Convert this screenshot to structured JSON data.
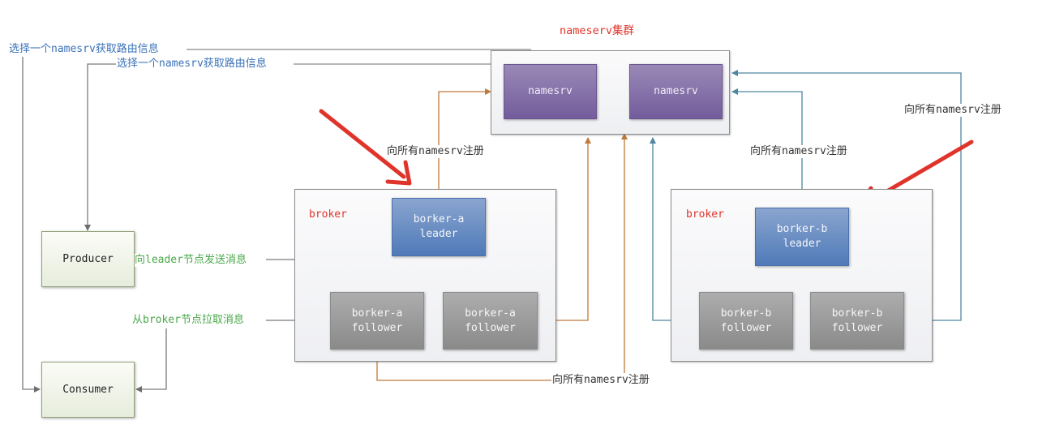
{
  "colors": {
    "gray_wire": "#7a7a7a",
    "orange_wire": "#c0793a",
    "teal_wire": "#4d86a0",
    "highlight_arrow": "#e0342a"
  },
  "nameserv_cluster": {
    "title": "nameserv集群",
    "nodes": [
      {
        "label": "namesrv"
      },
      {
        "label": "namesrv"
      }
    ]
  },
  "broker_a": {
    "title": "broker",
    "leader": {
      "label": "borker-a\nleader"
    },
    "followers": [
      {
        "label": "borker-a\nfollower"
      },
      {
        "label": "borker-a\nfollower"
      }
    ]
  },
  "broker_b": {
    "title": "broker",
    "leader": {
      "label": "borker-b\nleader"
    },
    "followers": [
      {
        "label": "borker-b\nfollower"
      },
      {
        "label": "borker-b\nfollower"
      }
    ]
  },
  "clients": {
    "producer": {
      "label": "Producer"
    },
    "consumer": {
      "label": "Consumer"
    }
  },
  "edge_labels": {
    "consumer_route": "选择一个namesrv获取路由信息",
    "producer_route": "选择一个namesrv获取路由信息",
    "send_to_leader": "向leader节点发送消息",
    "pull_from_broker": "从broker节点拉取消息",
    "a_leader_register": "向所有namesrv注册",
    "a_follower_register": "向所有namesrv注册",
    "b_leader_register": "向所有namesrv注册",
    "b_follower_register": "向所有namesrv注册"
  }
}
